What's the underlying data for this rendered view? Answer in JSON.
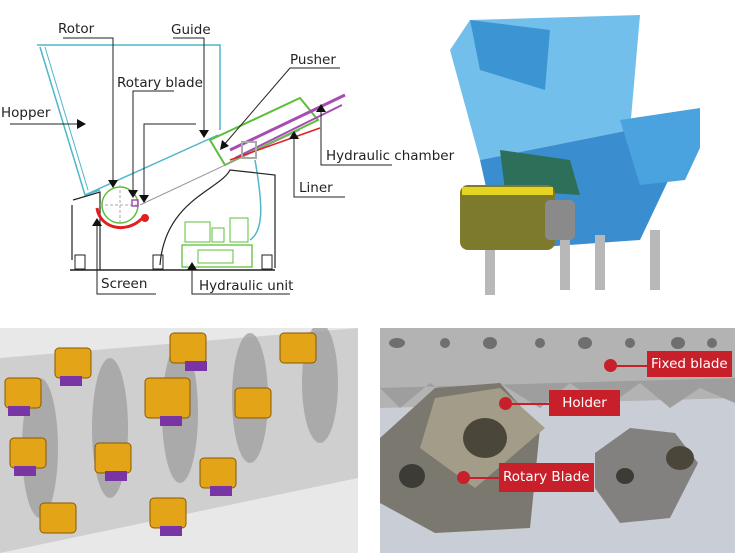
{
  "schematic": {
    "labels": {
      "rotor": "Rotor",
      "guide": "Guide",
      "pusher": "Pusher",
      "rotary_blade": "Rotary blade",
      "hopper": "Hopper",
      "hydraulic_chamber": "Hydraulic chamber",
      "liner": "Liner",
      "screen": "Screen",
      "hydraulic_unit": "Hydraulic unit"
    }
  },
  "photo": {
    "labels": {
      "fixed_blade": "Fixed blade",
      "holder": "Holder",
      "rotary_blade": "Rotary Blade"
    },
    "tag_color": "#c8202b"
  },
  "colors": {
    "hopper": "#4fb7c9",
    "pusher": "#5cbf3a",
    "hydraulic": "#a64db3",
    "screen": "#e02020"
  }
}
